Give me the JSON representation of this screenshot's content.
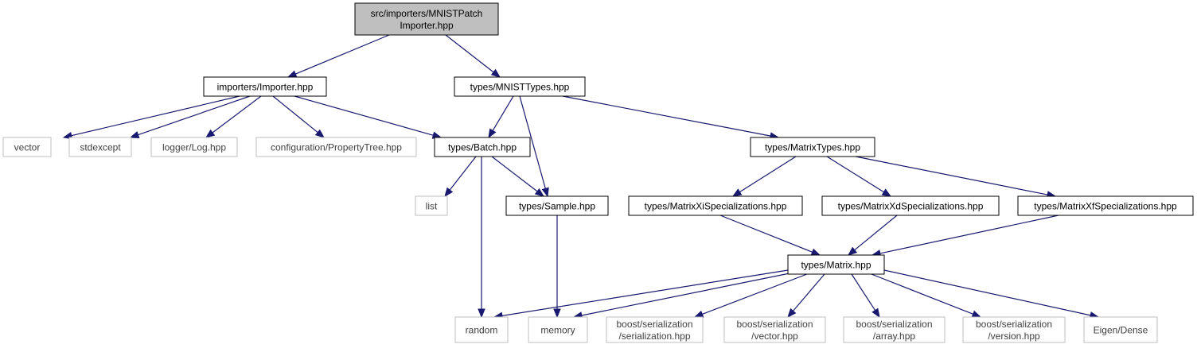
{
  "diagram": {
    "colors": {
      "edge": "#191970",
      "root_fill": "#bfbfbf",
      "external_border": "#bfbfbf",
      "internal_border": "#000000"
    },
    "nodes": [
      {
        "id": "root",
        "kind": "root",
        "lines": [
          "src/importers/MNISTPatch",
          "Importer.hpp"
        ]
      },
      {
        "id": "importer",
        "kind": "internal",
        "lines": [
          "importers/Importer.hpp"
        ]
      },
      {
        "id": "mnisttypes",
        "kind": "internal",
        "lines": [
          "types/MNISTTypes.hpp"
        ]
      },
      {
        "id": "vector",
        "kind": "external",
        "lines": [
          "vector"
        ]
      },
      {
        "id": "stdexcept",
        "kind": "external",
        "lines": [
          "stdexcept"
        ]
      },
      {
        "id": "log",
        "kind": "external",
        "lines": [
          "logger/Log.hpp"
        ]
      },
      {
        "id": "proptree",
        "kind": "external",
        "lines": [
          "configuration/PropertyTree.hpp"
        ]
      },
      {
        "id": "batch",
        "kind": "internal",
        "lines": [
          "types/Batch.hpp"
        ]
      },
      {
        "id": "matrixtypes",
        "kind": "internal",
        "lines": [
          "types/MatrixTypes.hpp"
        ]
      },
      {
        "id": "list",
        "kind": "external",
        "lines": [
          "list"
        ]
      },
      {
        "id": "sample",
        "kind": "internal",
        "lines": [
          "types/Sample.hpp"
        ]
      },
      {
        "id": "xi",
        "kind": "internal",
        "lines": [
          "types/MatrixXiSpecializations.hpp"
        ]
      },
      {
        "id": "xd",
        "kind": "internal",
        "lines": [
          "types/MatrixXdSpecializations.hpp"
        ]
      },
      {
        "id": "xf",
        "kind": "internal",
        "lines": [
          "types/MatrixXfSpecializations.hpp"
        ]
      },
      {
        "id": "matrix",
        "kind": "internal",
        "lines": [
          "types/Matrix.hpp"
        ]
      },
      {
        "id": "random",
        "kind": "external",
        "lines": [
          "random"
        ]
      },
      {
        "id": "memory",
        "kind": "external",
        "lines": [
          "memory"
        ]
      },
      {
        "id": "bs_ser",
        "kind": "external",
        "lines": [
          "boost/serialization",
          "/serialization.hpp"
        ]
      },
      {
        "id": "bs_vec",
        "kind": "external",
        "lines": [
          "boost/serialization",
          "/vector.hpp"
        ]
      },
      {
        "id": "bs_arr",
        "kind": "external",
        "lines": [
          "boost/serialization",
          "/array.hpp"
        ]
      },
      {
        "id": "bs_ver",
        "kind": "external",
        "lines": [
          "boost/serialization",
          "/version.hpp"
        ]
      },
      {
        "id": "eigen",
        "kind": "external",
        "lines": [
          "Eigen/Dense"
        ]
      }
    ],
    "edges": [
      {
        "from": "root",
        "to": "importer"
      },
      {
        "from": "root",
        "to": "mnisttypes"
      },
      {
        "from": "importer",
        "to": "vector"
      },
      {
        "from": "importer",
        "to": "stdexcept"
      },
      {
        "from": "importer",
        "to": "log"
      },
      {
        "from": "importer",
        "to": "proptree"
      },
      {
        "from": "importer",
        "to": "batch"
      },
      {
        "from": "mnisttypes",
        "to": "batch"
      },
      {
        "from": "mnisttypes",
        "to": "sample"
      },
      {
        "from": "mnisttypes",
        "to": "matrixtypes"
      },
      {
        "from": "batch",
        "to": "list"
      },
      {
        "from": "batch",
        "to": "random"
      },
      {
        "from": "batch",
        "to": "sample"
      },
      {
        "from": "sample",
        "to": "memory"
      },
      {
        "from": "matrixtypes",
        "to": "xi"
      },
      {
        "from": "matrixtypes",
        "to": "xd"
      },
      {
        "from": "matrixtypes",
        "to": "xf"
      },
      {
        "from": "xi",
        "to": "matrix"
      },
      {
        "from": "xd",
        "to": "matrix"
      },
      {
        "from": "xf",
        "to": "matrix"
      },
      {
        "from": "matrix",
        "to": "random"
      },
      {
        "from": "matrix",
        "to": "memory"
      },
      {
        "from": "matrix",
        "to": "bs_ser"
      },
      {
        "from": "matrix",
        "to": "bs_vec"
      },
      {
        "from": "matrix",
        "to": "bs_arr"
      },
      {
        "from": "matrix",
        "to": "bs_ver"
      },
      {
        "from": "matrix",
        "to": "eigen"
      }
    ]
  }
}
